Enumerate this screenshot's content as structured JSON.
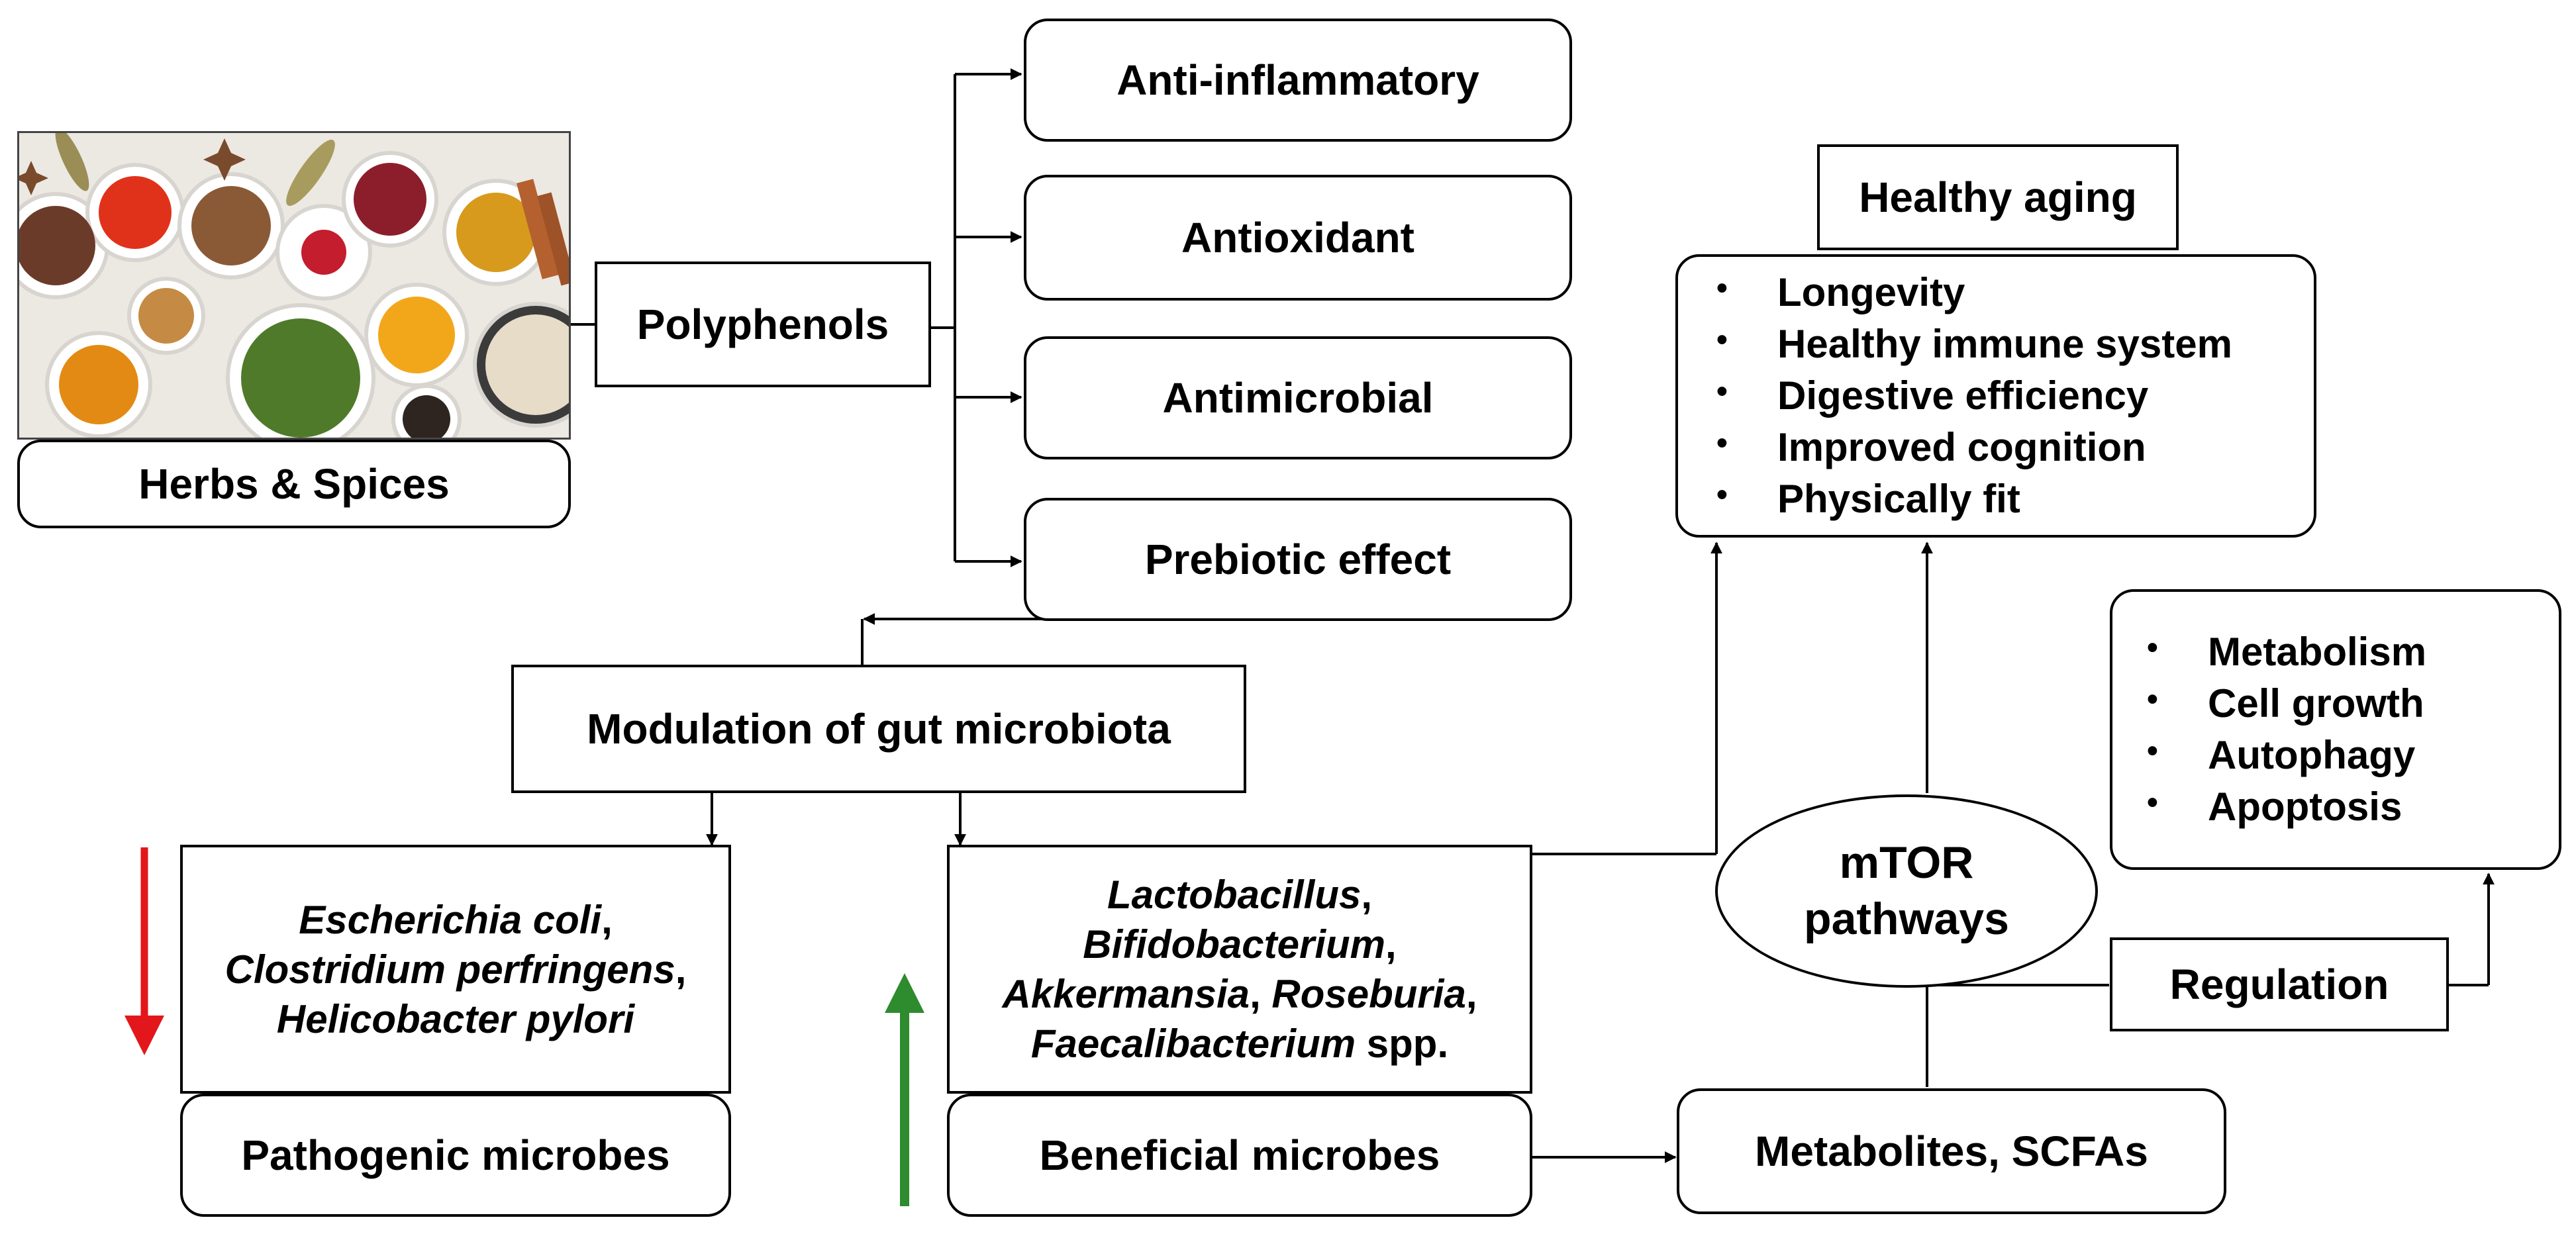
{
  "herbs": {
    "label": "Herbs & Spices"
  },
  "polyphenols": {
    "label": "Polyphenols"
  },
  "effects": [
    "Anti-inflammatory",
    "Antioxidant",
    "Antimicrobial",
    "Prebiotic effect"
  ],
  "healthy_aging": {
    "title": "Healthy aging",
    "items": [
      "Longevity",
      "Healthy immune system",
      "Digestive efficiency",
      "Improved cognition",
      "Physically fit"
    ]
  },
  "processes": {
    "items": [
      "Metabolism",
      "Cell growth",
      "Autophagy",
      "Apoptosis"
    ]
  },
  "modulation": {
    "label": "Modulation of gut microbiota"
  },
  "pathogenic": {
    "species": [
      "Escherichia coli",
      "Clostridium perfringens",
      "Helicobacter pylori"
    ],
    "label": "Pathogenic microbes"
  },
  "beneficial": {
    "species": [
      "Lactobacillus",
      "Bifidobacterium",
      "Akkermansia",
      "Roseburia",
      "Faecalibacterium"
    ],
    "suffix": "spp.",
    "label": "Beneficial microbes"
  },
  "mtor": {
    "line1": "mTOR",
    "line2": "pathways"
  },
  "regulation": {
    "label": "Regulation"
  },
  "metabolites": {
    "label": "Metabolites, SCFAs"
  },
  "colors": {
    "decrease": "#e3161b",
    "increase": "#2e8b2e"
  }
}
